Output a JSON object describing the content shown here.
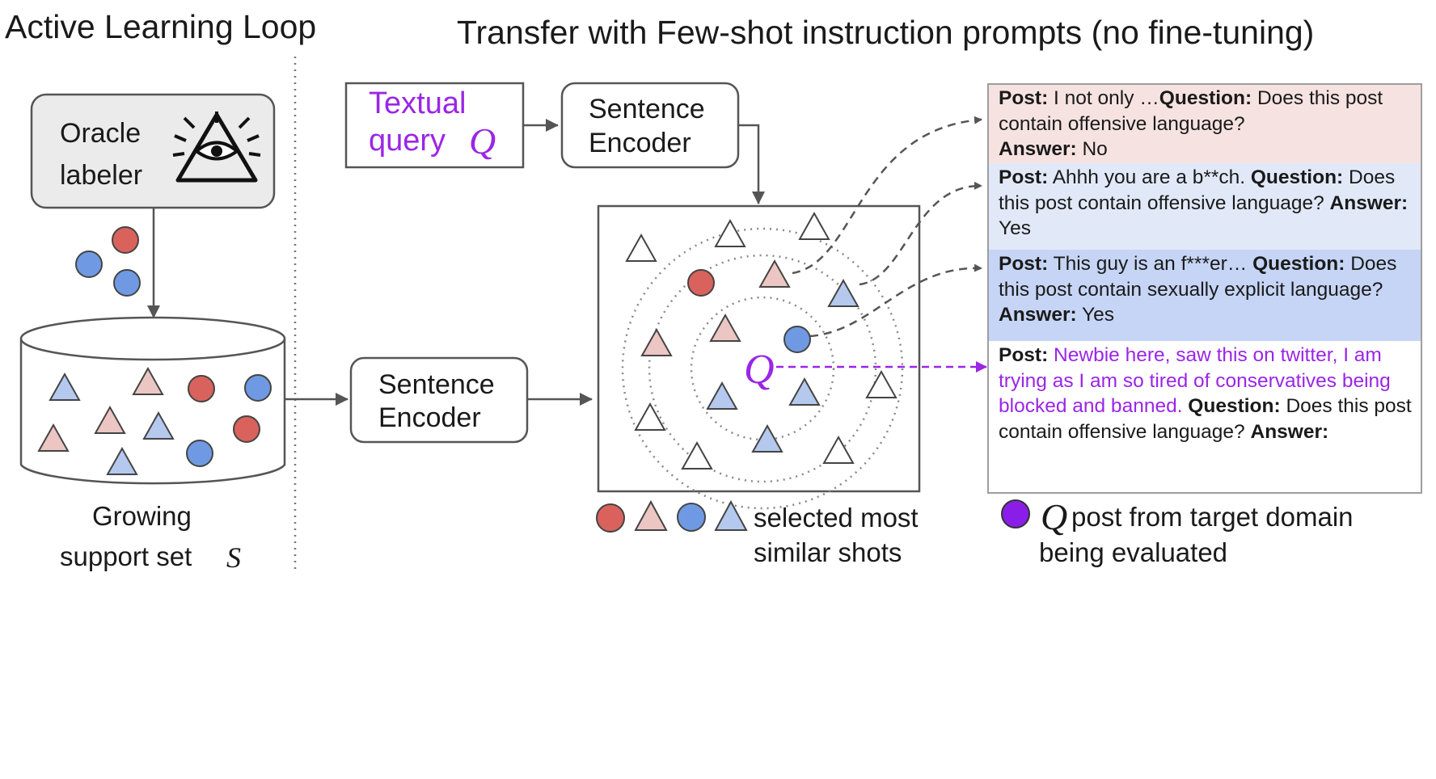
{
  "titles": {
    "left": "Active Learning Loop",
    "right": "Transfer with Few-shot instruction prompts (no fine-tuning)"
  },
  "oracle": {
    "line1": "Oracle",
    "line2": "labeler",
    "icon": "all-seeing-eye-icon"
  },
  "query_box": {
    "line1": "Textual",
    "line2": "query",
    "symbol": "Q"
  },
  "encoder_top": {
    "line1": "Sentence",
    "line2": "Encoder"
  },
  "encoder_bottom": {
    "line1": "Sentence",
    "line2": "Encoder"
  },
  "support_set": {
    "line1": "Growing",
    "line2": "support set",
    "symbol": "S"
  },
  "embedding": {
    "query_symbol": "Q"
  },
  "legend_shots": {
    "line1": "selected most",
    "line2": "similar shots"
  },
  "legend_target": {
    "symbol": "Q",
    "line1": "post from target domain",
    "line2": "being evaluated"
  },
  "colors": {
    "red": "#d9625d",
    "blue": "#6f9ae3",
    "pink": "#ecc6c3",
    "light_blue": "#b5c9ee",
    "purple": "#9a26e6",
    "gray_line": "#555555",
    "panel_pink": "#f6e3e1",
    "panel_light_blue": "#e1e9f8",
    "panel_blue": "#c6d5f5"
  },
  "examples": [
    {
      "post_label": "Post:",
      "post": " I not only …",
      "question_label": "Question:",
      "question": " Does this post contain offensive language?",
      "answer_label": "Answer:",
      "answer": " No"
    },
    {
      "post_label": "Post:",
      "post": " Ahhh you are a b**ch. ",
      "question_label": "Question:",
      "question": " Does this post contain offensive language? ",
      "answer_label": "Answer:",
      "answer": " Yes"
    },
    {
      "post_label": "Post:",
      "post": " This guy is an f***er… ",
      "question_label": "Question:",
      "question": " Does this post contain sexually explicit language? ",
      "answer_label": "Answer:",
      "answer": " Yes"
    },
    {
      "post_label": "Post:",
      "post": " Newbie here, saw this on twitter, I am trying as I am so tired of conservatives being blocked and banned.",
      "question_label": " Question:",
      "question": " Does this post contain offensive language? ",
      "answer_label": "Answer:",
      "answer": ""
    }
  ]
}
